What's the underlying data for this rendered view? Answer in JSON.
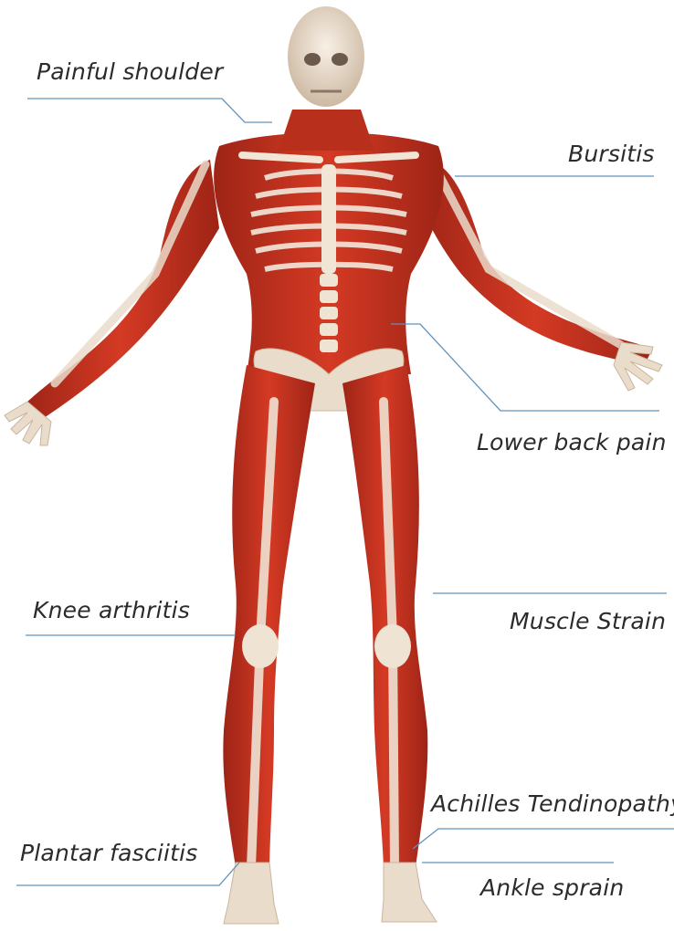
{
  "labels": {
    "painful_shoulder": "Painful shoulder",
    "bursitis": "Bursitis",
    "lower_back_pain": "Lower back pain",
    "knee_arthritis": "Knee arthritis",
    "muscle_strain": "Muscle Strain",
    "achilles_tendinopathy": "Achilles Tendinopathy",
    "plantar_fasciitis": "Plantar fasciitis",
    "ankle_sprain": "Ankle sprain"
  },
  "colors": {
    "muscle": "#c8321f",
    "muscle_dark": "#9e2416",
    "bone": "#efe3d4",
    "leader_line": "#5f93bf",
    "label_text": "#2b2b2b"
  }
}
